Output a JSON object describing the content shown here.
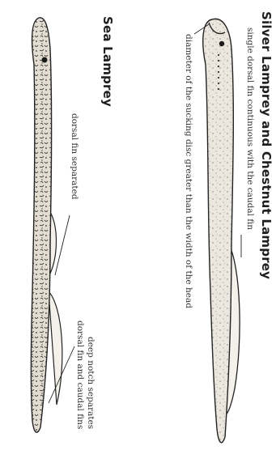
{
  "titles": {
    "silver_chestnut": "Silver Lamprey and Chestnut Lamprey",
    "sea": "Sea Lamprey"
  },
  "labels": {
    "single_dorsal": "single dorsal fin continuous with the caudal fin",
    "disc_diameter": "diameter of the sucking disc greater than the width of the head",
    "dorsal_separated": "dorsal fin separated",
    "deep_notch_line1": "deep notch separates",
    "deep_notch_line2": "dorsal fin and caudal fins"
  }
}
